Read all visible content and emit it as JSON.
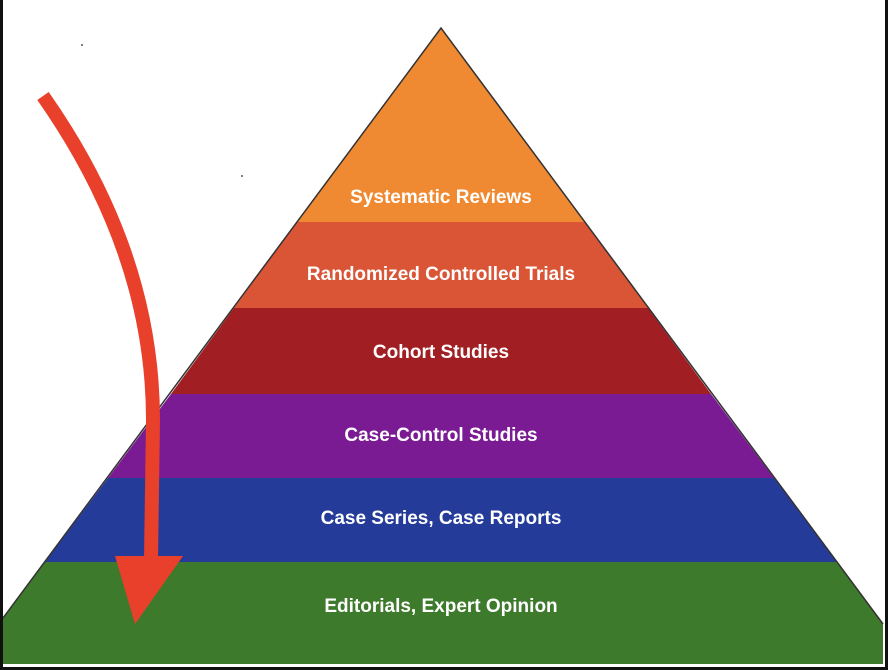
{
  "pyramid": {
    "tiers": [
      {
        "label": "Systematic Reviews",
        "color": "#F08A32"
      },
      {
        "label": "Randomized Controlled Trials",
        "color": "#D95535"
      },
      {
        "label": "Cohort Studies",
        "color": "#A11E22"
      },
      {
        "label": "Case-Control Studies",
        "color": "#7A1B94"
      },
      {
        "label": "Case Series, Case Reports",
        "color": "#253B9A"
      },
      {
        "label": "Editorials, Expert Opinion",
        "color": "#3E7A2B"
      }
    ]
  },
  "arrow": {
    "color": "#E8402A",
    "direction": "down"
  }
}
